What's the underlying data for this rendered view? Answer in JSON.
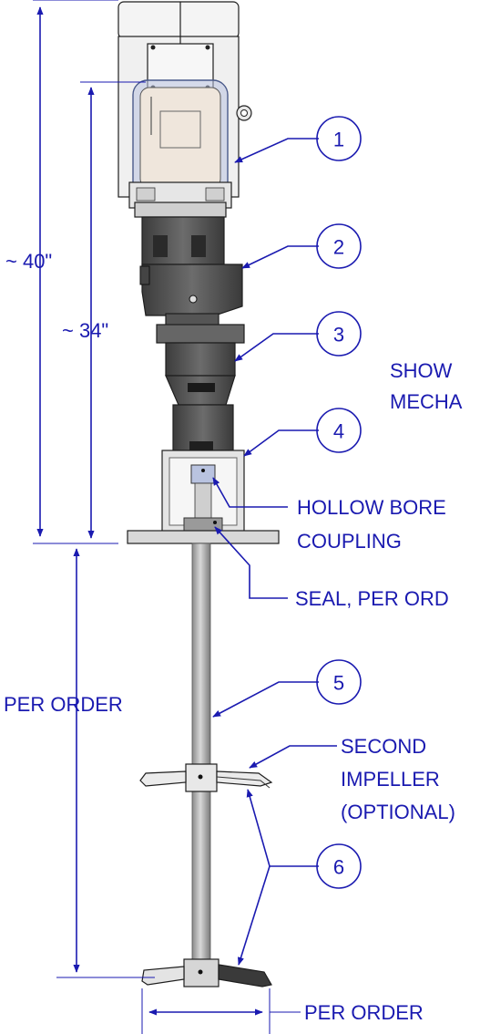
{
  "dimensions": {
    "overall_height": "~ 40\"",
    "mount_height": "~ 34\"",
    "shaft_length": "PER ORDER",
    "impeller_diameter": "PER ORDER"
  },
  "balloons": [
    "1",
    "2",
    "3",
    "4",
    "5",
    "6"
  ],
  "callouts": {
    "shown_line1": "SHOW",
    "shown_line2": "MECHA",
    "coupling_line1": "HOLLOW BORE",
    "coupling_line2": "COUPLING",
    "seal": "SEAL, PER ORD",
    "impeller_line1": "SECOND",
    "impeller_line2": "IMPELLER",
    "impeller_line3": "(OPTIONAL)"
  },
  "colors": {
    "annotation": "#1a1ab0",
    "motor_body": "#f2f2f2",
    "motor_guard": "#b9c3e0",
    "housing": "#5a5a5a",
    "shaft": "#b8b8b8"
  }
}
